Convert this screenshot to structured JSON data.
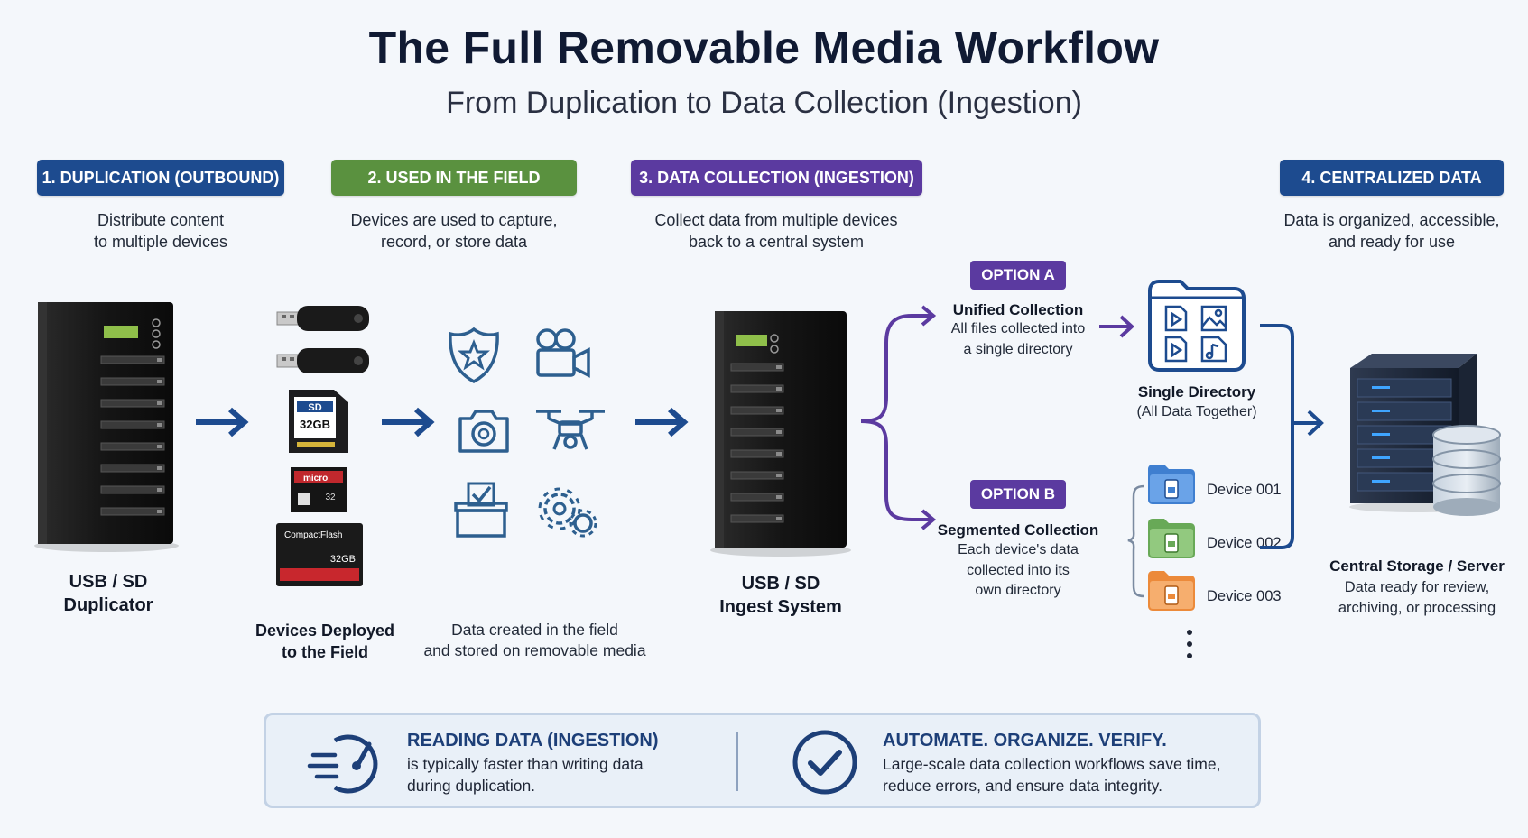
{
  "header": {
    "title": "The Full Removable Media Workflow",
    "subtitle": "From Duplication to Data Collection (Ingestion)"
  },
  "stages": [
    {
      "label": "1. DUPLICATION (OUTBOUND)",
      "desc1": "Distribute content",
      "desc2": "to multiple devices",
      "color": "#1d4b8f"
    },
    {
      "label": "2. USED IN THE FIELD",
      "desc1": "Devices are used to capture,",
      "desc2": "record, or store data",
      "color": "#5a913f"
    },
    {
      "label": "3. DATA COLLECTION (INGESTION)",
      "desc1": "Collect data from multiple devices",
      "desc2": "back to a central system",
      "color": "#5b3aa0"
    },
    {
      "label": "4. CENTRALIZED DATA",
      "desc1": "Data is organized, accessible,",
      "desc2": "and ready for use",
      "color": "#1d4b8f"
    }
  ],
  "duplicator": {
    "line1": "USB / SD",
    "line2": "Duplicator"
  },
  "devices_deployed": {
    "line1": "Devices Deployed",
    "line2": "to the Field"
  },
  "media": {
    "sd_brand": "SD",
    "sd_capacity": "32GB",
    "micro_brand": "micro",
    "micro_capacity": "32",
    "cf_brand": "CompactFlash",
    "cf_capacity": "32GB"
  },
  "field_data": {
    "line1": "Data created in the field",
    "line2": "and stored on removable media"
  },
  "ingest": {
    "line1": "USB / SD",
    "line2": "Ingest System"
  },
  "option_a": {
    "label": "OPTION A",
    "title": "Unified Collection",
    "desc1": "All files collected into",
    "desc2": "a single directory"
  },
  "option_b": {
    "label": "OPTION B",
    "title": "Segmented Collection",
    "desc1": "Each device's data",
    "desc2": "collected into its",
    "desc3": "own directory"
  },
  "single_directory": {
    "line1": "Single Directory",
    "line2": "(All Data Together)"
  },
  "device_folders": [
    {
      "label": "Device 001",
      "color": "#3f7fd0"
    },
    {
      "label": "Device 002",
      "color": "#68a957"
    },
    {
      "label": "Device 003",
      "color": "#ec8a3a"
    }
  ],
  "central": {
    "title": "Central Storage / Server",
    "desc1": "Data ready for review,",
    "desc2": "archiving, or processing"
  },
  "info": {
    "left_title": "READING DATA (INGESTION)",
    "left_line1": "is typically faster than writing data",
    "left_line2": "during duplication.",
    "right_title": "AUTOMATE. ORGANIZE. VERIFY.",
    "right_line1": "Large-scale data collection workflows save time,",
    "right_line2": "reduce errors, and ensure data integrity."
  },
  "icons": [
    "police-badge-icon",
    "video-camera-icon",
    "camera-icon",
    "drone-icon",
    "ballot-box-icon",
    "gear-icon"
  ]
}
